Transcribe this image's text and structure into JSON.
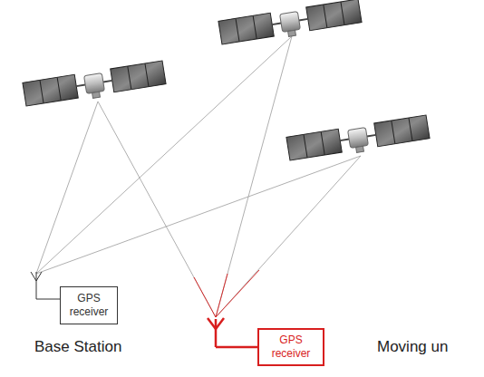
{
  "diagram": {
    "nodes": [
      {
        "text": [
          "GPS receiver"
        ]
      },
      {
        "text": [
          "GPS receiver"
        ]
      }
    ],
    "labels": [
      "Base Station",
      "Moving un"
    ]
  }
}
